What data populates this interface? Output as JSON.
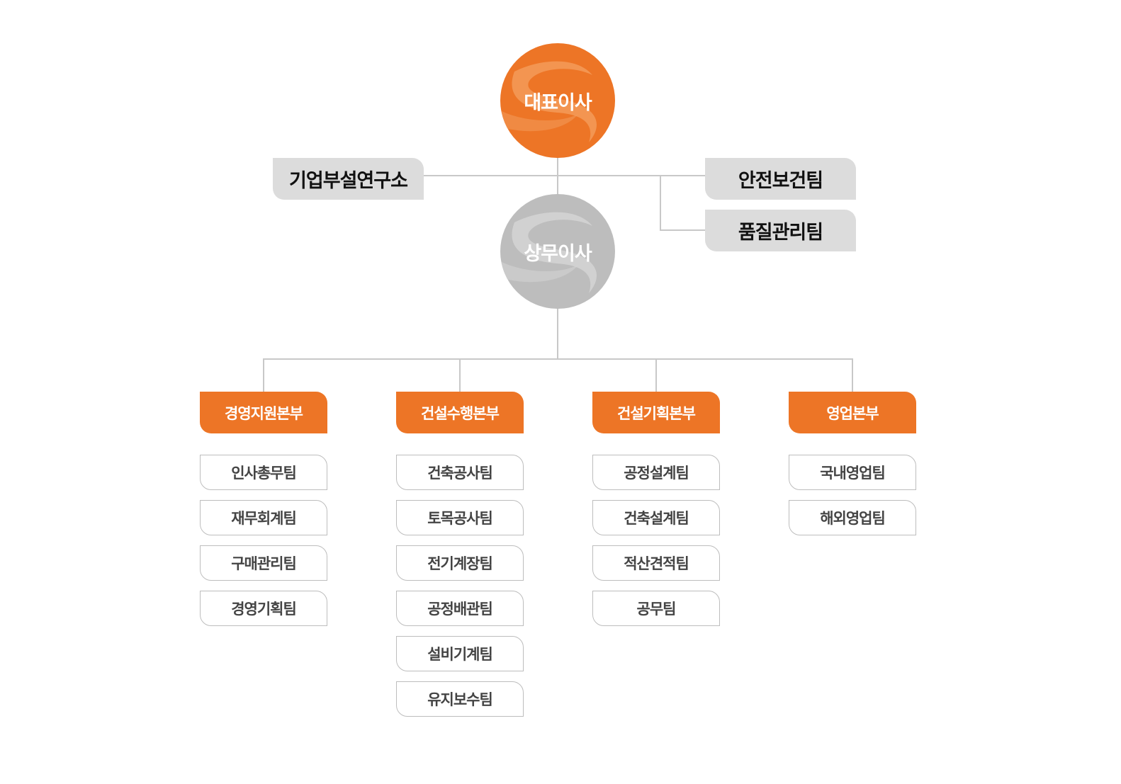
{
  "colors": {
    "accent": "#ED7526",
    "executive": "#BDBDBD",
    "staff_box": "#DCDCDC",
    "connector": "#C8C8C8",
    "team_text": "#444444"
  },
  "ceo": {
    "label": "대표이사"
  },
  "executive": {
    "label": "상무이사"
  },
  "staff_left": [
    {
      "label": "기업부설연구소"
    }
  ],
  "staff_right": [
    {
      "label": "안전보건팀"
    },
    {
      "label": "품질관리팀"
    }
  ],
  "divisions": [
    {
      "label": "경영지원본부",
      "teams": [
        "인사총무팀",
        "재무회계팀",
        "구매관리팀",
        "경영기획팀"
      ]
    },
    {
      "label": "건설수행본부",
      "teams": [
        "건축공사팀",
        "토목공사팀",
        "전기계장팀",
        "공정배관팀",
        "설비기계팀",
        "유지보수팀"
      ]
    },
    {
      "label": "건설기획본부",
      "teams": [
        "공정설계팀",
        "건축설계팀",
        "적산견적팀",
        "공무팀"
      ]
    },
    {
      "label": "영업본부",
      "teams": [
        "국내영업팀",
        "해외영업팀"
      ]
    }
  ]
}
